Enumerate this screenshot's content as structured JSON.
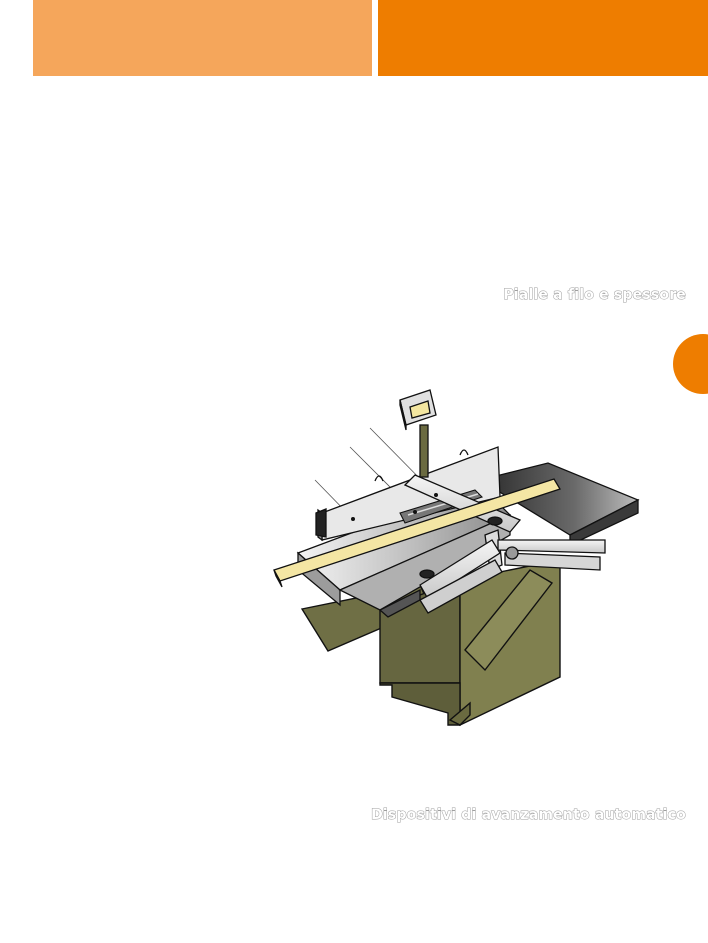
{
  "header": {
    "band_left_color": "#f5a65b",
    "band_right_color": "#ee7d00"
  },
  "sections": {
    "top_title": "Pialle a filo e spessore",
    "bottom_title": "Dispositivi di avanzamento automatico"
  },
  "side_tab": {
    "color": "#ee7d00"
  },
  "illustration": {
    "subject": "jointer-planer-with-automatic-feeder-and-workpiece"
  }
}
